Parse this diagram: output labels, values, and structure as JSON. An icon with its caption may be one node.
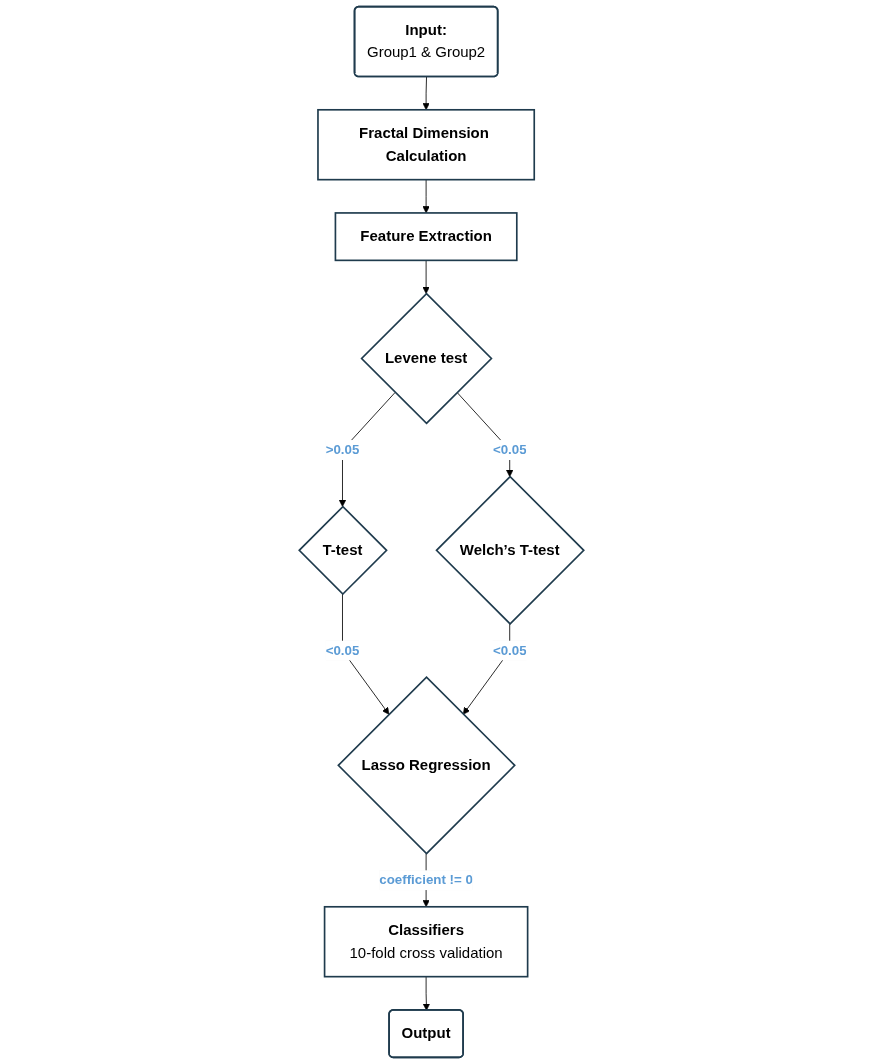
{
  "diagram": {
    "nodes": [
      {
        "text": [
          "Input:",
          "Group1 & Group2"
        ]
      },
      {
        "text": [
          "Fractal Dimension Calculation"
        ]
      },
      {
        "text": [
          "Feature Extraction"
        ]
      },
      {
        "text": [
          "Levene test"
        ]
      },
      {
        "text": [
          "T-test"
        ]
      },
      {
        "text": [
          "Welch’s T-test"
        ]
      },
      {
        "text": [
          "Lasso Regression"
        ]
      },
      {
        "text": [
          "Classifiers",
          "10-fold cross validation"
        ]
      },
      {
        "text": [
          "Output"
        ]
      }
    ],
    "edges": [
      {
        "from": 0,
        "to": 1,
        "arrow": "to"
      },
      {
        "from": 1,
        "to": 2,
        "arrow": "to"
      },
      {
        "from": 2,
        "to": 3,
        "arrow": "to"
      },
      {
        "from": 3,
        "to": 4,
        "arrow": "to",
        "label": ">0.05"
      },
      {
        "from": 3,
        "to": 5,
        "arrow": "to",
        "label": "<0.05"
      },
      {
        "from": 4,
        "to": 6,
        "arrow": "to",
        "label": "<0.05"
      },
      {
        "from": 5,
        "to": 6,
        "arrow": "to",
        "label": "<0.05"
      },
      {
        "from": 6,
        "to": 7,
        "arrow": "to",
        "label": "coefficient != 0"
      },
      {
        "from": 7,
        "to": 8,
        "arrow": "to"
      }
    ]
  }
}
